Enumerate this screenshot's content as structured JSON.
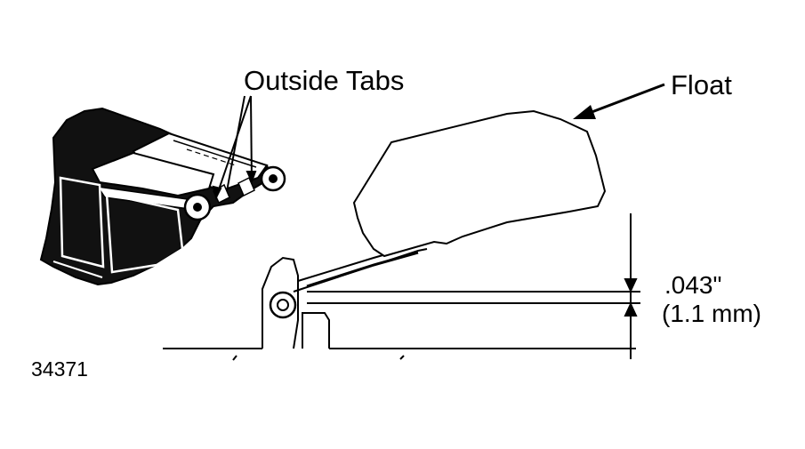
{
  "labels": {
    "outside_tabs": "Outside Tabs",
    "float": "Float",
    "dimension_in": ".043\"",
    "dimension_mm": "(1.1 mm)",
    "figure_number": "34371"
  }
}
